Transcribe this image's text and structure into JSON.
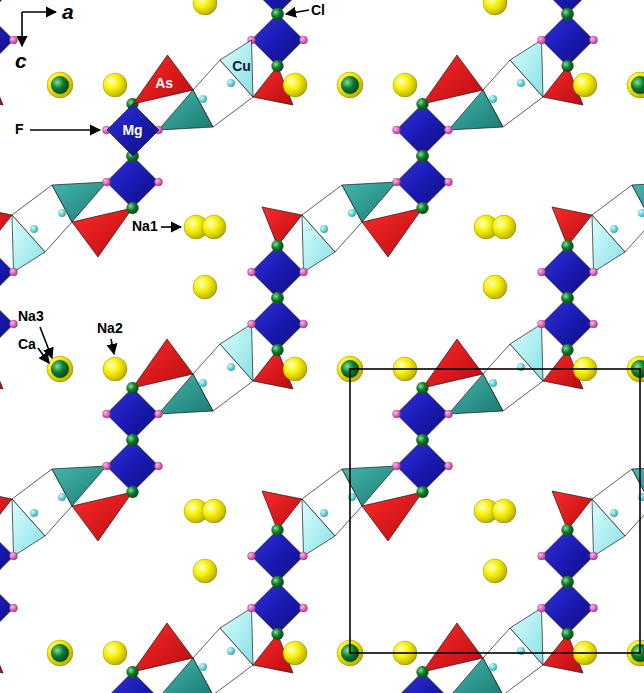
{
  "diagram": {
    "nodes": [
      {
        "text": [
          "Cu"
        ]
      },
      {
        "text": [
          "As"
        ]
      },
      {
        "text": [
          "Mg"
        ]
      }
    ],
    "labels": [
      "a",
      "c",
      "Cl",
      "F",
      "Na1",
      "Na2",
      "Na3",
      "Ca"
    ]
  }
}
